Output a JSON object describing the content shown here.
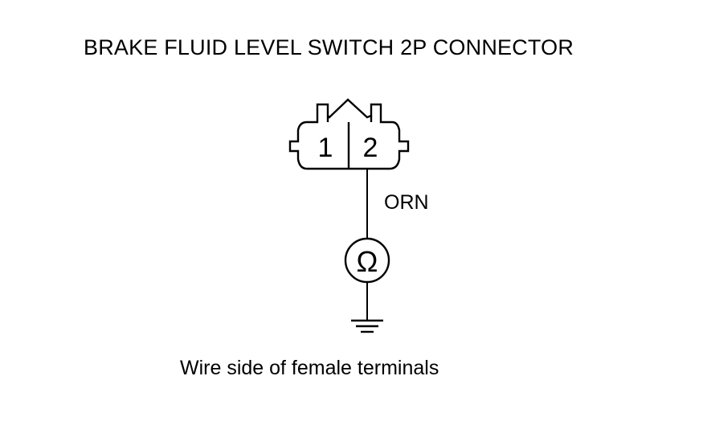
{
  "title": "BRAKE FLUID LEVEL SWITCH 2P CONNECTOR",
  "connector": {
    "terminal_1": "1",
    "terminal_2": "2"
  },
  "wire": {
    "color_label": "ORN"
  },
  "meter": {
    "symbol": "Ω",
    "icon": "ohmmeter-icon"
  },
  "ground": {
    "icon": "ground-icon"
  },
  "caption": "Wire side of female terminals"
}
